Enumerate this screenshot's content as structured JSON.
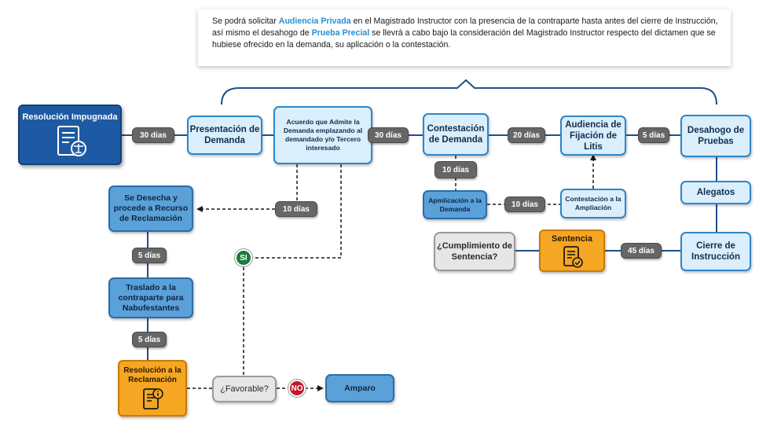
{
  "note": {
    "part1": "Se podrá solicitar ",
    "highlight1": "Audiencia Privada",
    "part2": " en el Magistrado Instructor con la presencia de la contraparte hasta antes del cierre de Instrucción, así mismo el desahogo de ",
    "highlight2": "Prueba Precial",
    "part3": " se llevrá a cabo bajo la consideración del Magistrado Instructor respecto del dictamen que se hubiese ofrecido en la demanda, su aplicación o la contestación."
  },
  "nodes": {
    "resolucion_impugnada": "Resolución Impugnada",
    "presentacion": "Presentación de Demanda",
    "acuerdo": "Acuerdo que Admite la Demanda emplazando al demandado y/o Tercero interesado",
    "contestacion": "Contestación de Demanda",
    "audiencia": "Audiencia de Fijación de Litis",
    "desahogo": "Desahogo de Pruebas",
    "alegatos": "Alegatos",
    "cierre": "Cierre de Instrucción",
    "sentencia": "Sentencia",
    "cumplimiento": "¿Cumplimiento de Sentencia?",
    "ampliacion": "Apmlicación a la Demanda",
    "contestacion_ampliacion": "Contestación a la Ampliación",
    "se_desecha": "Se Desecha y procede a Recurso de Reclamación",
    "traslado": "Traslado a la contraparte para Nabufestantes",
    "resolucion_reclamacion": "Resolución a la Reclamación",
    "favorable": "¿Favorable?",
    "amparo": "Amparo"
  },
  "pills": {
    "p30a": "30 días",
    "p30b": "30 días",
    "p20": "20 días",
    "p5a": "5 días",
    "p10a": "10 días",
    "p10b": "10 días",
    "p45": "45 días",
    "p10c": "10 días",
    "p5b": "5 días",
    "p5c": "5 días"
  },
  "circles": {
    "si": "SI",
    "no": "NO"
  },
  "colors": {
    "light_fill": "#dbeefb",
    "light_border": "#2e86c8",
    "mid_fill": "#5aa0d9",
    "dark_fill": "#1e5aa3",
    "orange_fill": "#f5a623",
    "pill_gray": "#666666",
    "si_green": "#1b7a3a",
    "no_red": "#c0182a",
    "highlight_blue": "#2a8fd6"
  },
  "icons": {
    "resolucion_impugnada": "document-scale-icon",
    "sentencia": "document-check-icon",
    "resolucion_reclamacion": "document-info-icon"
  }
}
